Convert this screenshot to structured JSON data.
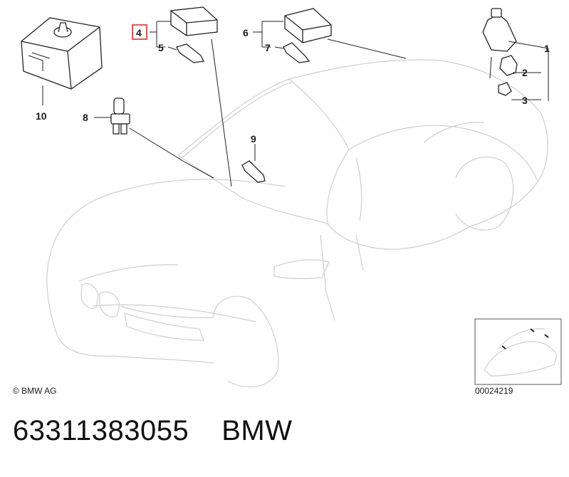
{
  "diagram": {
    "callouts": [
      {
        "id": "c1",
        "text": "1"
      },
      {
        "id": "c2",
        "text": "2"
      },
      {
        "id": "c3",
        "text": "3"
      },
      {
        "id": "c4",
        "text": "4"
      },
      {
        "id": "c5",
        "text": "5"
      },
      {
        "id": "c6",
        "text": "6"
      },
      {
        "id": "c7",
        "text": "7"
      },
      {
        "id": "c8",
        "text": "8"
      },
      {
        "id": "c9",
        "text": "9"
      },
      {
        "id": "c10",
        "text": "10"
      }
    ],
    "highlighted_callout": "4",
    "highlight_color": "#e02020",
    "copyright": "© BMW AG",
    "figure_number": "00024219"
  },
  "caption": {
    "part_number": "63311383055",
    "brand": "BMW"
  }
}
